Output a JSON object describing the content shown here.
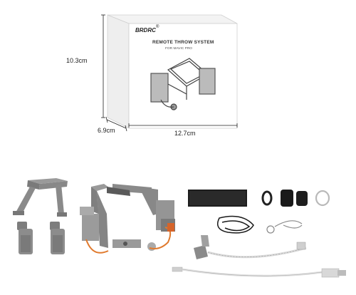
{
  "box": {
    "brand": "BRDRC",
    "brand_mark": "®",
    "title": "REMOTE THROW SYSTEM",
    "subtitle": "FOR MAVIC PRO"
  },
  "dimensions": {
    "height": "10.3cm",
    "depth": "6.9cm",
    "width": "12.7cm"
  },
  "palette": {
    "plastic": "#8a8a8a",
    "plastic_dark": "#6f6f6f",
    "box_face": "#ffffff",
    "box_side": "#f0f0f0",
    "orange_wire": "#e07a2e",
    "black": "#1c1c1c",
    "silver": "#b8b8b8"
  }
}
